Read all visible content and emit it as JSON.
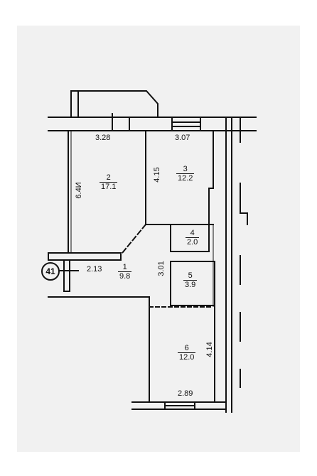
{
  "axis_marker": "41",
  "rooms": [
    {
      "number": "2",
      "area": "17.1"
    },
    {
      "number": "3",
      "area": "12.2"
    },
    {
      "number": "4",
      "area": "2.0"
    },
    {
      "number": "1",
      "area": "9.8"
    },
    {
      "number": "5",
      "area": "3.9"
    },
    {
      "number": "6",
      "area": "12.0"
    }
  ],
  "dimensions": {
    "room2_width": "3.28",
    "room2_length": "6.4И",
    "room3_width": "3.07",
    "room3_length": "4.15",
    "room1_width": "2.13",
    "room1_length": "3.01",
    "room6_length": "4.14",
    "room6_width": "2.89"
  }
}
